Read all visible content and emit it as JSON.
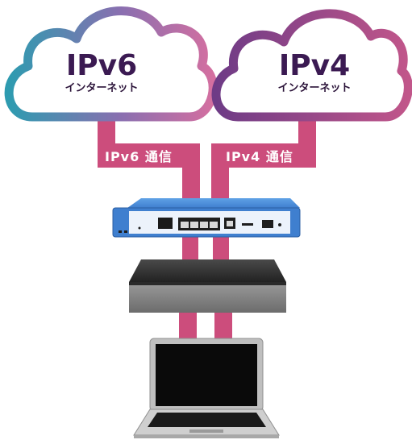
{
  "clouds": {
    "ipv6": {
      "title": "IPv6",
      "subtitle": "インターネット"
    },
    "ipv4": {
      "title": "IPv4",
      "subtitle": "インターネット"
    }
  },
  "channels": {
    "ipv6_label": "IPv6 通信",
    "ipv4_label": "IPv4 通信"
  },
  "devices": [
    "router",
    "onu",
    "laptop"
  ],
  "colors": {
    "line": "#cc4d7c",
    "cloud6_start": "#2e9bb0",
    "cloud6_end": "#d46fa0",
    "cloud4_start": "#7a3e8a",
    "cloud4_end": "#c1568a",
    "router": "#3f7fcf",
    "text": "#3b1a52"
  }
}
